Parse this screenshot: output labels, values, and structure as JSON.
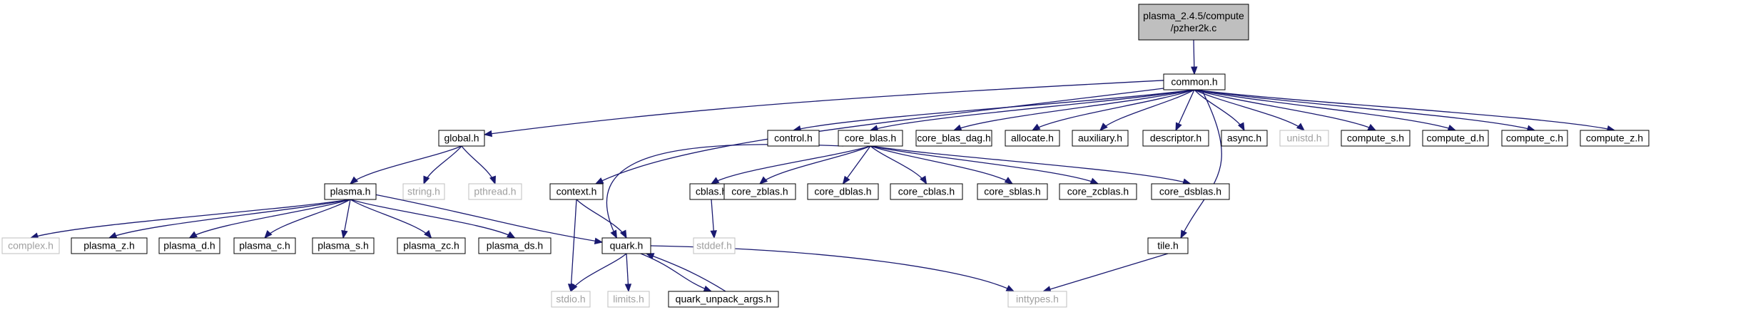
{
  "graph": {
    "style": {
      "root_fill": "#bfbfbf",
      "node_fill": "#ffffff",
      "node_border": "#000000",
      "system_border": "#bfbfbf",
      "system_text": "#a0a0a0",
      "edge_color": "#191970"
    },
    "nodes": [
      {
        "id": "root",
        "label": "plasma_2.4.5/compute\n/pzher2k.c",
        "kind": "root"
      },
      {
        "id": "common",
        "label": "common.h",
        "kind": "header"
      },
      {
        "id": "global",
        "label": "global.h",
        "kind": "header"
      },
      {
        "id": "context",
        "label": "context.h",
        "kind": "header"
      },
      {
        "id": "control",
        "label": "control.h",
        "kind": "header"
      },
      {
        "id": "core_blas",
        "label": "core_blas.h",
        "kind": "header"
      },
      {
        "id": "core_blas_dag",
        "label": "core_blas_dag.h",
        "kind": "header"
      },
      {
        "id": "allocate",
        "label": "allocate.h",
        "kind": "header"
      },
      {
        "id": "auxiliary",
        "label": "auxiliary.h",
        "kind": "header"
      },
      {
        "id": "descriptor",
        "label": "descriptor.h",
        "kind": "header"
      },
      {
        "id": "tile",
        "label": "tile.h",
        "kind": "header"
      },
      {
        "id": "async",
        "label": "async.h",
        "kind": "header"
      },
      {
        "id": "unistd",
        "label": "unistd.h",
        "kind": "system"
      },
      {
        "id": "compute_s",
        "label": "compute_s.h",
        "kind": "header"
      },
      {
        "id": "compute_d",
        "label": "compute_d.h",
        "kind": "header"
      },
      {
        "id": "compute_c",
        "label": "compute_c.h",
        "kind": "header"
      },
      {
        "id": "compute_z",
        "label": "compute_z.h",
        "kind": "header"
      },
      {
        "id": "plasma",
        "label": "plasma.h",
        "kind": "header"
      },
      {
        "id": "string",
        "label": "string.h",
        "kind": "system"
      },
      {
        "id": "pthread",
        "label": "pthread.h",
        "kind": "system"
      },
      {
        "id": "complex",
        "label": "complex.h",
        "kind": "system"
      },
      {
        "id": "plasma_z",
        "label": "plasma_z.h",
        "kind": "header"
      },
      {
        "id": "plasma_d",
        "label": "plasma_d.h",
        "kind": "header"
      },
      {
        "id": "plasma_c",
        "label": "plasma_c.h",
        "kind": "header"
      },
      {
        "id": "plasma_s",
        "label": "plasma_s.h",
        "kind": "header"
      },
      {
        "id": "plasma_zc",
        "label": "plasma_zc.h",
        "kind": "header"
      },
      {
        "id": "plasma_ds",
        "label": "plasma_ds.h",
        "kind": "header"
      },
      {
        "id": "quark",
        "label": "quark.h",
        "kind": "header"
      },
      {
        "id": "stdio",
        "label": "stdio.h",
        "kind": "system"
      },
      {
        "id": "limits",
        "label": "limits.h",
        "kind": "system"
      },
      {
        "id": "quark_unpack",
        "label": "quark_unpack_args.h",
        "kind": "header"
      },
      {
        "id": "inttypes",
        "label": "inttypes.h",
        "kind": "system"
      },
      {
        "id": "cblas",
        "label": "cblas.h",
        "kind": "header"
      },
      {
        "id": "stddef",
        "label": "stddef.h",
        "kind": "system"
      },
      {
        "id": "core_zblas",
        "label": "core_zblas.h",
        "kind": "header"
      },
      {
        "id": "core_dblas",
        "label": "core_dblas.h",
        "kind": "header"
      },
      {
        "id": "core_cblas",
        "label": "core_cblas.h",
        "kind": "header"
      },
      {
        "id": "core_sblas",
        "label": "core_sblas.h",
        "kind": "header"
      },
      {
        "id": "core_zcblas",
        "label": "core_zcblas.h",
        "kind": "header"
      },
      {
        "id": "core_dsblas",
        "label": "core_dsblas.h",
        "kind": "header"
      }
    ],
    "edges": [
      [
        "root",
        "common"
      ],
      [
        "common",
        "global"
      ],
      [
        "common",
        "context"
      ],
      [
        "common",
        "control"
      ],
      [
        "common",
        "core_blas"
      ],
      [
        "common",
        "core_blas_dag"
      ],
      [
        "common",
        "allocate"
      ],
      [
        "common",
        "auxiliary"
      ],
      [
        "common",
        "descriptor"
      ],
      [
        "common",
        "tile"
      ],
      [
        "common",
        "async"
      ],
      [
        "common",
        "unistd"
      ],
      [
        "common",
        "compute_s"
      ],
      [
        "common",
        "compute_d"
      ],
      [
        "common",
        "compute_c"
      ],
      [
        "common",
        "compute_z"
      ],
      [
        "global",
        "plasma"
      ],
      [
        "global",
        "string"
      ],
      [
        "global",
        "pthread"
      ],
      [
        "plasma",
        "complex"
      ],
      [
        "plasma",
        "plasma_z"
      ],
      [
        "plasma",
        "plasma_d"
      ],
      [
        "plasma",
        "plasma_c"
      ],
      [
        "plasma",
        "plasma_s"
      ],
      [
        "plasma",
        "plasma_zc"
      ],
      [
        "plasma",
        "plasma_ds"
      ],
      [
        "plasma",
        "quark"
      ],
      [
        "context",
        "stdio"
      ],
      [
        "context",
        "quark"
      ],
      [
        "quark",
        "stdio"
      ],
      [
        "quark",
        "limits"
      ],
      [
        "quark",
        "quark_unpack"
      ],
      [
        "quark",
        "inttypes"
      ],
      [
        "quark_unpack",
        "quark"
      ],
      [
        "core_blas",
        "quark"
      ],
      [
        "core_blas",
        "cblas"
      ],
      [
        "core_blas",
        "core_zblas"
      ],
      [
        "core_blas",
        "core_dblas"
      ],
      [
        "core_blas",
        "core_cblas"
      ],
      [
        "core_blas",
        "core_sblas"
      ],
      [
        "core_blas",
        "core_zcblas"
      ],
      [
        "core_blas",
        "core_dsblas"
      ],
      [
        "cblas",
        "stddef"
      ],
      [
        "tile",
        "inttypes"
      ]
    ]
  }
}
